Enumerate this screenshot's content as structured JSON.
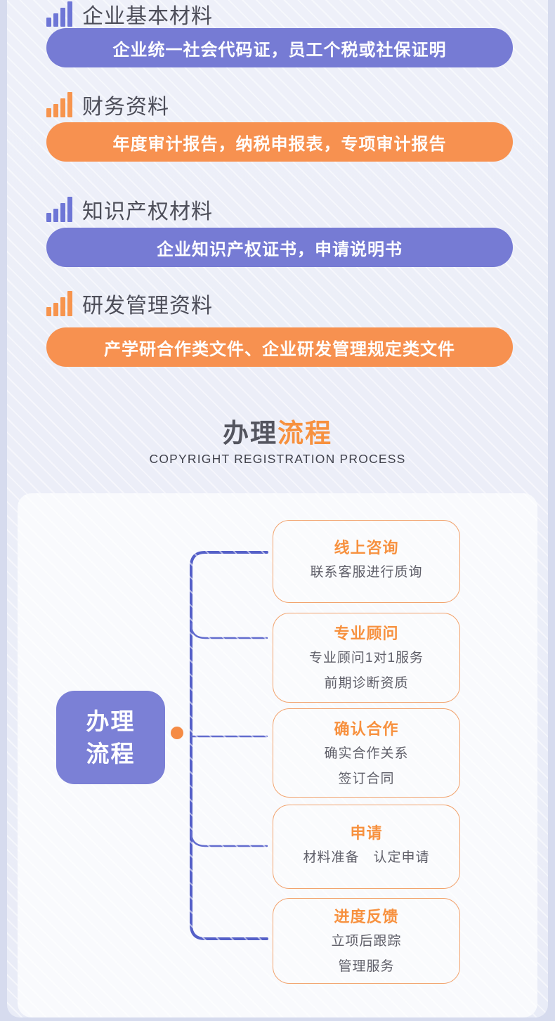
{
  "materials": [
    {
      "title": "企业基本材料",
      "pill": "企业统一社会代码证，员工个税或社保证明",
      "theme": "purple"
    },
    {
      "title": "财务资料",
      "pill": "年度审计报告，纳税申报表，专项审计报告",
      "theme": "orange"
    },
    {
      "title": "知识产权材料",
      "pill": "企业知识产权证书，申请说明书",
      "theme": "purple"
    },
    {
      "title": "研发管理资料",
      "pill": "产学研合作类文件、企业研发管理规定类文件",
      "theme": "orange"
    }
  ],
  "process_header": {
    "title_dark": "办理",
    "title_accent": "流程",
    "subtitle": "COPYRIGHT REGISTRATION PROCESS"
  },
  "flow": {
    "root_line1": "办理",
    "root_line2": "流程",
    "steps": [
      {
        "title": "线上咨询",
        "line1": "联系客服进行质询",
        "line2": ""
      },
      {
        "title": "专业顾问",
        "line1": "专业顾问1对1服务",
        "line2": "前期诊断资质"
      },
      {
        "title": "确认合作",
        "line1": "确实合作关系",
        "line2": "签订合同"
      },
      {
        "title": "申请",
        "line1": "材料准备　认定申请",
        "line2": ""
      },
      {
        "title": "进度反馈",
        "line1": "立项后跟踪",
        "line2": "管理服务"
      }
    ]
  },
  "colors": {
    "purple_pill": "#767bd4",
    "orange_pill": "#f79150",
    "purple_icon": "#6e76d6",
    "orange_icon": "#f7944d",
    "root_box": "#7b80d6",
    "connector_line": "#5560c8",
    "dot_orange": "#f58b45",
    "step_border": "#f2a36e",
    "step_title": "#f7913f",
    "title_text": "#4d4e59"
  }
}
